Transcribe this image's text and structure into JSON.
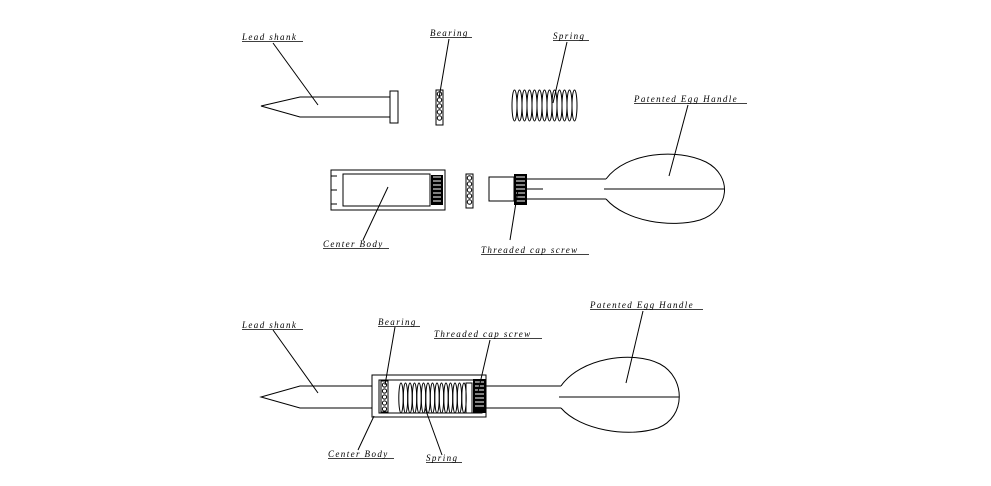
{
  "exploded_view": {
    "lead_shank": "Lead shank",
    "bearing": "Bearing",
    "spring": "Spring",
    "handle": "Patented Egg Handle",
    "center_body": "Center Body",
    "cap_screw": "Threaded cap screw"
  },
  "assembled_view": {
    "lead_shank": "Lead shank",
    "bearing": "Bearing",
    "cap_screw": "Threaded cap screw",
    "handle": "Patented Egg Handle",
    "center_body": "Center Body",
    "spring": "Spring"
  }
}
